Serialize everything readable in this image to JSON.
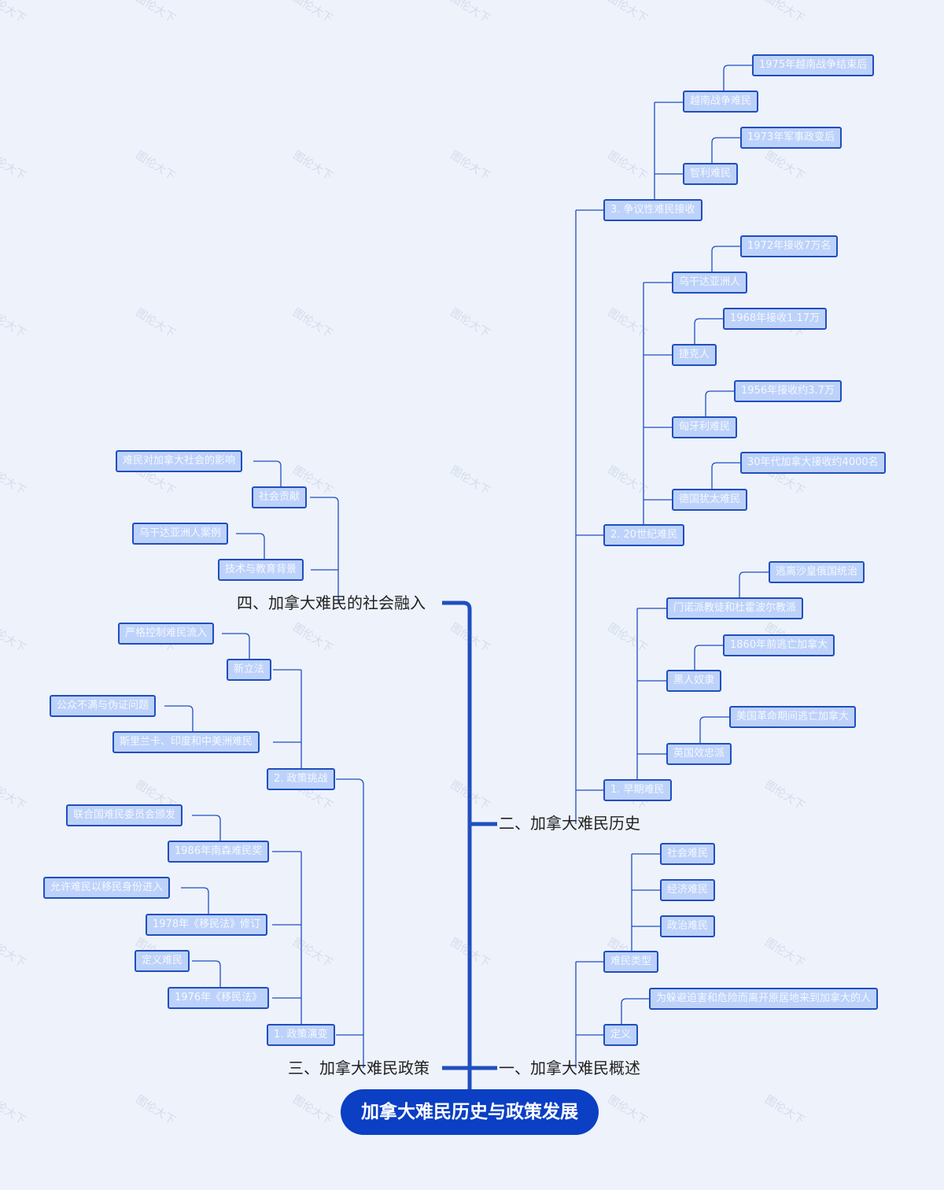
{
  "title": "加拿大难民历史与政策发展",
  "watermark": "图伦大下",
  "colors": {
    "background": "#eef2fb",
    "root_fill": "#0b3fc4",
    "node_fill": "#bdd2fa",
    "node_border": "#1f4fbf",
    "line": "#1f4fbf"
  },
  "branches": [
    {
      "label": "一、加拿大难民概述",
      "children": [
        {
          "label": "定义",
          "children": [
            {
              "label": "为躲避迫害和危险而离开原居地来到加拿大的人"
            }
          ]
        },
        {
          "label": "难民类型",
          "children": [
            {
              "label": "政治难民"
            },
            {
              "label": "经济难民"
            },
            {
              "label": "社会难民"
            }
          ]
        }
      ]
    },
    {
      "label": "二、加拿大难民历史",
      "children": [
        {
          "label": "1. 早期难民",
          "children": [
            {
              "label": "英国效忠派",
              "children": [
                {
                  "label": "美国革命期间逃亡加拿大"
                }
              ]
            },
            {
              "label": "黑人奴隶",
              "children": [
                {
                  "label": "1860年前逃亡加拿大"
                }
              ]
            },
            {
              "label": "门诺派教徒和杜霍波尔教派",
              "children": [
                {
                  "label": "逃离沙皇俄国统治"
                }
              ]
            }
          ]
        },
        {
          "label": "2. 20世纪难民",
          "children": [
            {
              "label": "德国犹太难民",
              "children": [
                {
                  "label": "30年代加拿大接收约4000名"
                }
              ]
            },
            {
              "label": "匈牙利难民",
              "children": [
                {
                  "label": "1956年接收约3.7万"
                }
              ]
            },
            {
              "label": "捷克人",
              "children": [
                {
                  "label": "1968年接收1.17万"
                }
              ]
            },
            {
              "label": "乌干达亚洲人",
              "children": [
                {
                  "label": "1972年接收7万名"
                }
              ]
            }
          ]
        },
        {
          "label": "3. 争议性难民接收",
          "children": [
            {
              "label": "智利难民",
              "children": [
                {
                  "label": "1973年军事政变后"
                }
              ]
            },
            {
              "label": "越南战争难民",
              "children": [
                {
                  "label": "1975年越南战争结束后"
                }
              ]
            }
          ]
        }
      ]
    },
    {
      "label": "三、加拿大难民政策",
      "children": [
        {
          "label": "1. 政策演变",
          "children": [
            {
              "label": "1976年《移民法》",
              "children": [
                {
                  "label": "定义难民"
                }
              ]
            },
            {
              "label": "1978年《移民法》修订",
              "children": [
                {
                  "label": "允许难民以移民身份进入"
                }
              ]
            },
            {
              "label": "1986年南森难民奖",
              "children": [
                {
                  "label": "联合国难民委员会颁发"
                }
              ]
            }
          ]
        },
        {
          "label": "2. 政策挑战",
          "children": [
            {
              "label": "斯里兰卡、印度和中美洲难民",
              "children": [
                {
                  "label": "公众不满与伪证问题"
                }
              ]
            },
            {
              "label": "新立法",
              "children": [
                {
                  "label": "严格控制难民流入"
                }
              ]
            }
          ]
        }
      ]
    },
    {
      "label": "四、加拿大难民的社会融入",
      "children": [
        {
          "label": "技术与教育背景",
          "children": [
            {
              "label": "乌干达亚洲人案例"
            }
          ]
        },
        {
          "label": "社会贡献",
          "children": [
            {
              "label": "难民对加拿大社会的影响"
            }
          ]
        }
      ]
    }
  ]
}
